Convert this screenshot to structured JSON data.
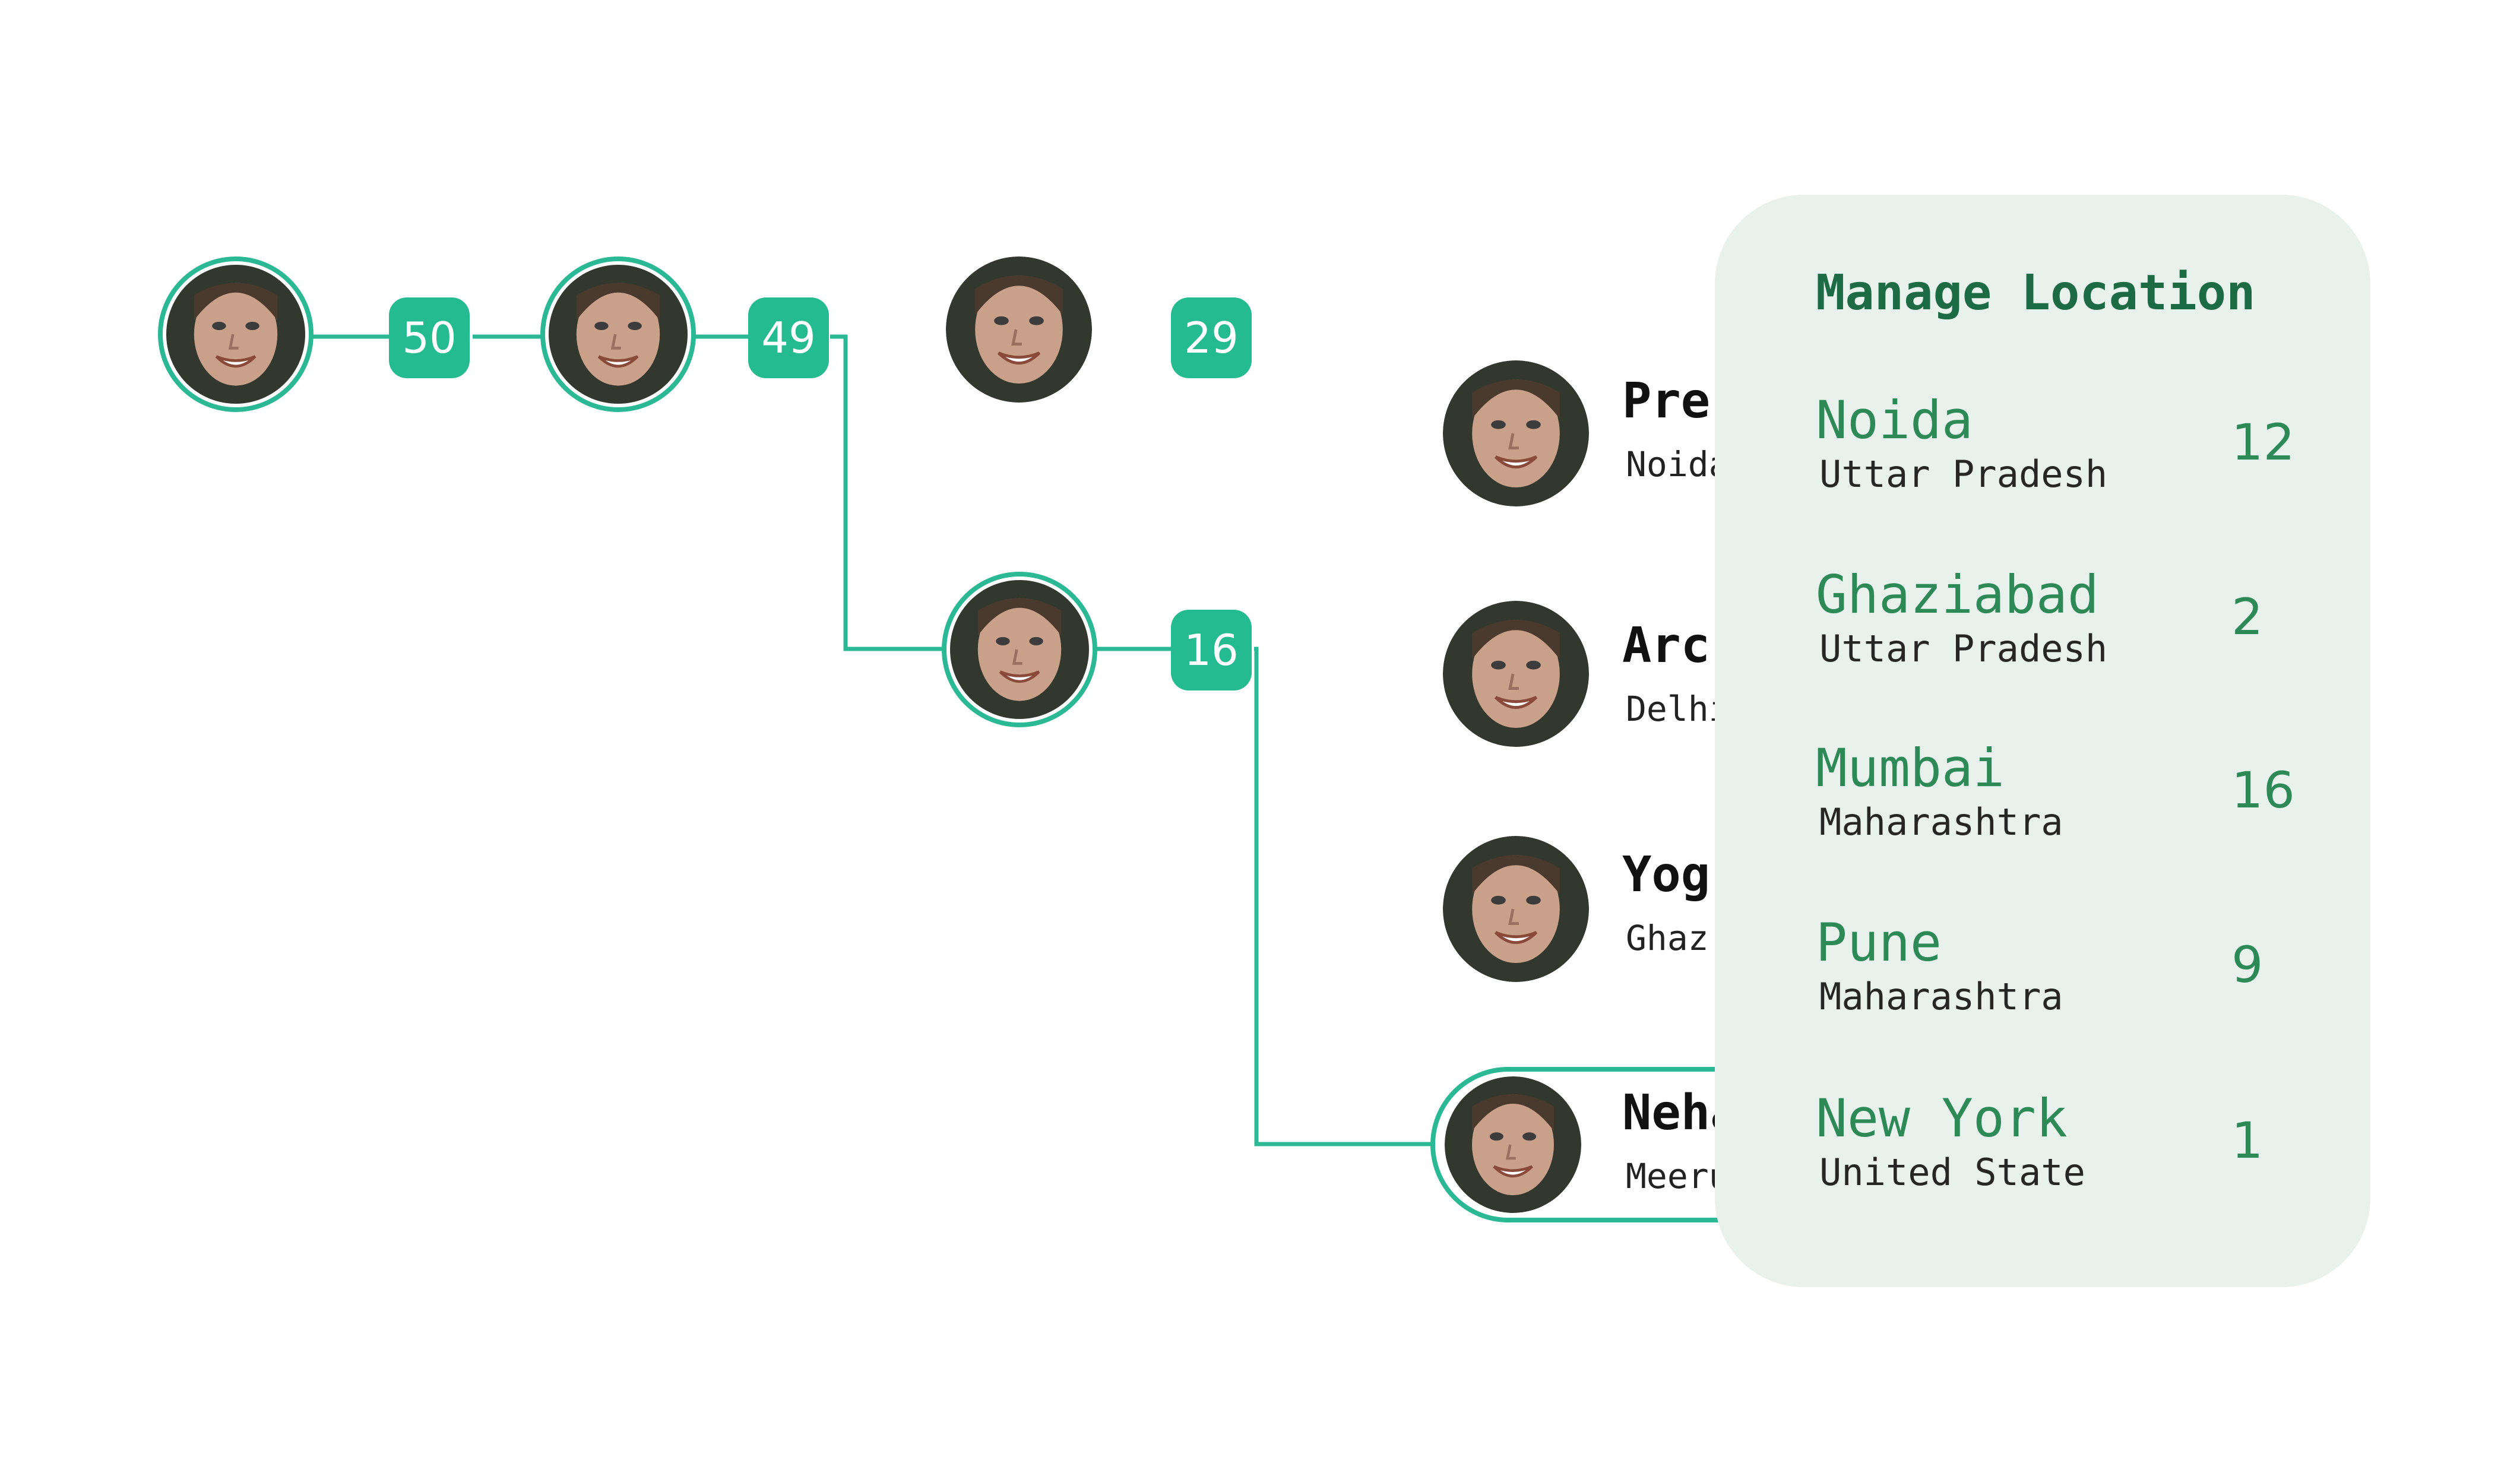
{
  "colors": {
    "accent": "#25bb90",
    "line": "#2bb894",
    "panel_bg": "#e8f1ec",
    "panel_title": "#1d6b44",
    "location_text": "#2d8a57"
  },
  "tree": {
    "nodes": [
      {
        "count": "50"
      },
      {
        "count": "49"
      },
      {
        "count": "29"
      },
      {
        "count": "16"
      }
    ],
    "members": [
      {
        "name": "Pre",
        "city": "Noida"
      },
      {
        "name": "Arc",
        "city": "Delhi"
      },
      {
        "name": "Yog",
        "city": "Ghaz"
      },
      {
        "name": "Neha",
        "city": "Meeru"
      }
    ]
  },
  "manage_location": {
    "title": "Manage Location",
    "locations": [
      {
        "city": "Noida",
        "state": "Uttar Pradesh",
        "count": "12"
      },
      {
        "city": "Ghaziabad",
        "state": "Uttar Pradesh",
        "count": "2"
      },
      {
        "city": "Mumbai",
        "state": "Maharashtra",
        "count": "16"
      },
      {
        "city": "Pune",
        "state": "Maharashtra",
        "count": "9"
      },
      {
        "city": "New York",
        "state": "United State",
        "count": "1"
      }
    ]
  }
}
